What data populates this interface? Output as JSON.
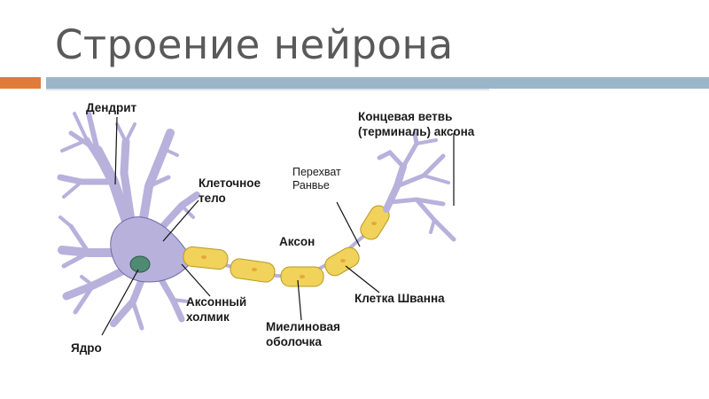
{
  "slide": {
    "title": "Строение нейрона"
  },
  "labels": {
    "dendrite": "Дендрит",
    "cell_body_1": "Клеточное",
    "cell_body_2": "тело",
    "axon": "Аксон",
    "ranvier_1": "Перехват",
    "ranvier_2": "Ранвье",
    "terminal_1": "Концевая ветвь",
    "terminal_2": "(терминаль) аксона",
    "axon_hillock_1": "Аксонный",
    "axon_hillock_2": "холмик",
    "myelin_1": "Миелиновая",
    "myelin_2": "оболочка",
    "schwann": "Клетка Шванна",
    "nucleus": "Ядро"
  },
  "colors": {
    "accent_orange": "#e07b39",
    "accent_blue": "#9bb6c9",
    "neuron_fill": "#b7b1dc",
    "neuron_stroke": "#6f6aa6",
    "myelin_fill": "#f1d25a",
    "myelin_stroke": "#b89a22",
    "nucleus_fill": "#4f8a73"
  }
}
